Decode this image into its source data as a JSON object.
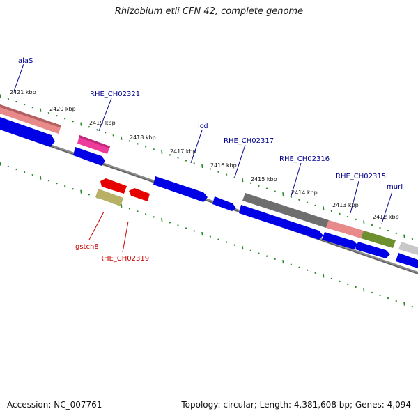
{
  "title": "Rhizobium etli CFN 42, complete genome",
  "footer": {
    "accession": "Accession: NC_007761",
    "summary": "Topology: circular; Length: 4,381,608 bp; Genes: 4,094"
  },
  "colors": {
    "forward_cds": "#0000e6",
    "reverse_cds": "#e60000",
    "backbone": "#8a8a8a",
    "tick": "#2a8a2a",
    "label_blue": "#00008b",
    "label_red": "#cc0000"
  },
  "kbp_ticks": [
    "2421 kbp",
    "2420 kbp",
    "2419 kbp",
    "2418 kbp",
    "2417 kbp",
    "2416 kbp",
    "2415 kbp",
    "2414 kbp",
    "2413 kbp",
    "2412 kbp"
  ],
  "gene_labels": [
    {
      "text": "alaS",
      "strand": "forward"
    },
    {
      "text": "RHE_CH02321",
      "strand": "forward"
    },
    {
      "text": "icd",
      "strand": "forward"
    },
    {
      "text": "RHE_CH02317",
      "strand": "forward"
    },
    {
      "text": "RHE_CH02316",
      "strand": "forward"
    },
    {
      "text": "RHE_CH02315",
      "strand": "forward"
    },
    {
      "text": "murI",
      "strand": "forward"
    },
    {
      "text": "gstch8",
      "strand": "reverse"
    },
    {
      "text": "RHE_CH02319",
      "strand": "reverse"
    }
  ]
}
